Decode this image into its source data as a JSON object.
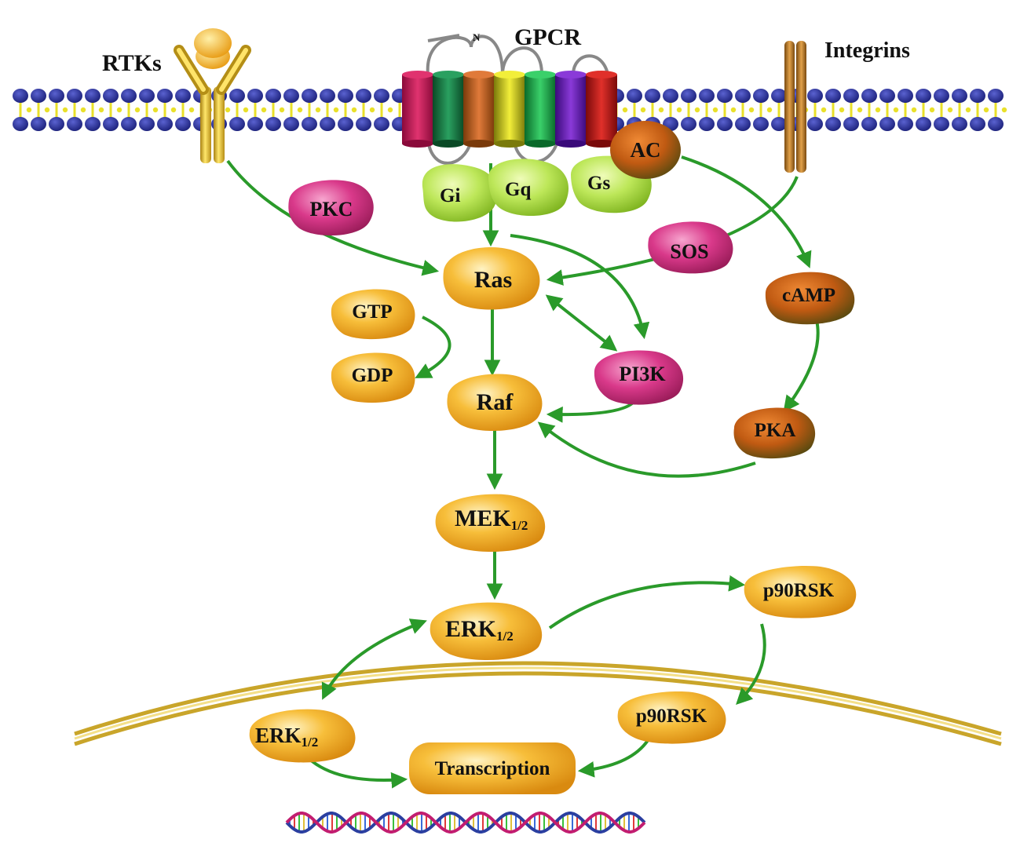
{
  "labels": {
    "rtks": "RTKs",
    "gpcr": "GPCR",
    "gpcr_n_terminus": "N",
    "integrins": "Integrins",
    "ac": "AC",
    "gi": "Gi",
    "gq": "Gq",
    "gs": "Gs",
    "pkc": "PKC",
    "sos": "SOS",
    "ras": "Ras",
    "camp": "cAMP",
    "gtp": "GTP",
    "gdp": "GDP",
    "pi3k": "PI3K",
    "raf": "Raf",
    "pka": "PKA",
    "mek": "MEK",
    "mek_sub": "1/2",
    "erk_cyto": "ERK",
    "erk_cyto_sub": "1/2",
    "p90rsk_cyto": "p90RSK",
    "erk_nuc": "ERK",
    "erk_nuc_sub": "1/2",
    "p90rsk_nuc": "p90RSK",
    "transcription": "Transcription"
  },
  "colors": {
    "arrow": "#2a9a2a",
    "membrane_head": "#2b2f95",
    "membrane_tail": "#e9e02a",
    "orange_node": "#f5b52f",
    "magenta_node": "#d2307f",
    "rust_node": "#c95e18",
    "lime_node": "#b4e24a",
    "nuclear_envelope": "#c9a52a",
    "receptor_gold": "#e2b920"
  },
  "icons": [
    "rtk-receptor-icon",
    "gpcr-seven-helix-icon",
    "integrin-icon",
    "dna-helix-icon"
  ]
}
